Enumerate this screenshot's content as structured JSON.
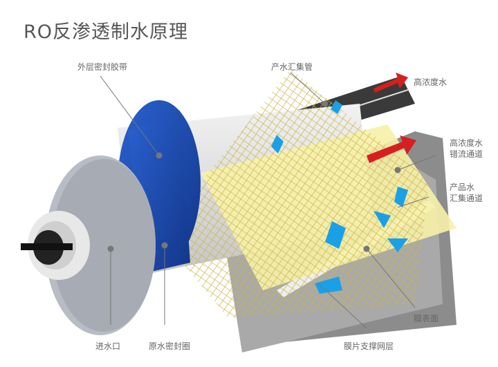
{
  "title": "RO反渗透制水原理",
  "labels": {
    "outer_tape": "外层密封胶带",
    "product_tube": "产水汇集管",
    "concentrate": "高浓度水",
    "cross_flow_1": "高浓度水",
    "cross_flow_2": "错流通道",
    "product_channel_1": "产品水",
    "product_channel_2": "汇集通道",
    "membrane_surface": "膜表面",
    "inlet": "进水口",
    "raw_seal": "原水密封圈",
    "support_mesh": "膜片支撑网层"
  },
  "colors": {
    "blue": "#1e4fb5",
    "yellow": "#f7f1a8",
    "red": "#d81e1e",
    "arrow_blue": "#1aa0e6",
    "dark": "#3a3a3a",
    "gray": "#8a8a8a"
  }
}
